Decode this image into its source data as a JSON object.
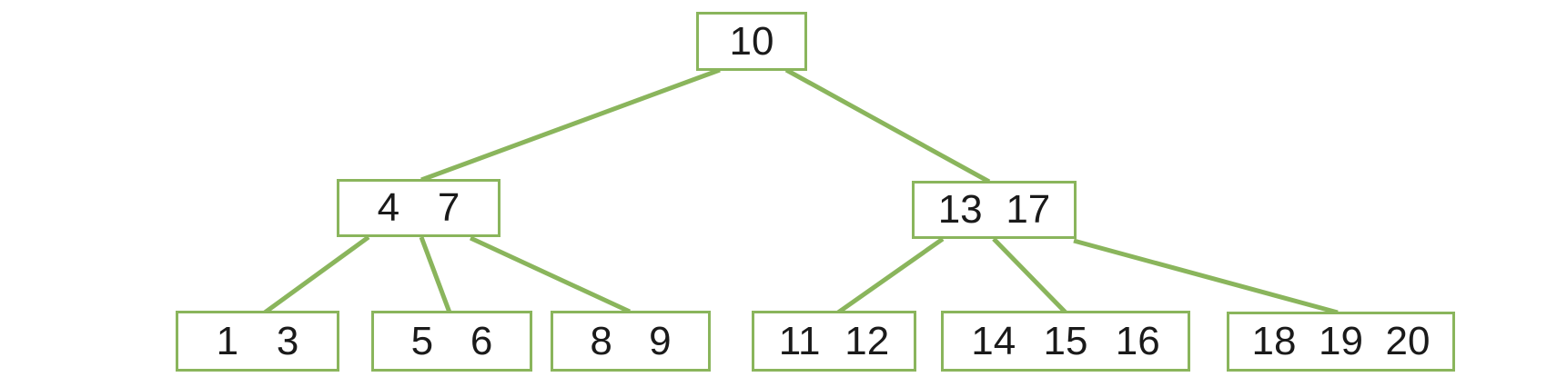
{
  "diagram": {
    "type": "b-tree",
    "theme": {
      "node_border_color": "#8ab55c",
      "edge_color": "#8ab55c",
      "node_fill": "#ffffff",
      "text_color": "#1a1a1a"
    },
    "nodes": [
      {
        "id": "root",
        "level": 0,
        "keys": [
          "10"
        ]
      },
      {
        "id": "internal-left",
        "level": 1,
        "keys": [
          "4",
          "7"
        ]
      },
      {
        "id": "internal-right",
        "level": 1,
        "keys": [
          "13",
          "17"
        ]
      },
      {
        "id": "leaf-1",
        "level": 2,
        "keys": [
          "1",
          "3"
        ]
      },
      {
        "id": "leaf-2",
        "level": 2,
        "keys": [
          "5",
          "6"
        ]
      },
      {
        "id": "leaf-3",
        "level": 2,
        "keys": [
          "8",
          "9"
        ]
      },
      {
        "id": "leaf-4",
        "level": 2,
        "keys": [
          "11",
          "12"
        ]
      },
      {
        "id": "leaf-5",
        "level": 2,
        "keys": [
          "14",
          "15",
          "16"
        ]
      },
      {
        "id": "leaf-6",
        "level": 2,
        "keys": [
          "18",
          "19",
          "20"
        ]
      }
    ],
    "edges": [
      {
        "from": "root",
        "to": "internal-left"
      },
      {
        "from": "root",
        "to": "internal-right"
      },
      {
        "from": "internal-left",
        "to": "leaf-1"
      },
      {
        "from": "internal-left",
        "to": "leaf-2"
      },
      {
        "from": "internal-left",
        "to": "leaf-3"
      },
      {
        "from": "internal-right",
        "to": "leaf-4"
      },
      {
        "from": "internal-right",
        "to": "leaf-5"
      },
      {
        "from": "internal-right",
        "to": "leaf-6"
      }
    ]
  }
}
